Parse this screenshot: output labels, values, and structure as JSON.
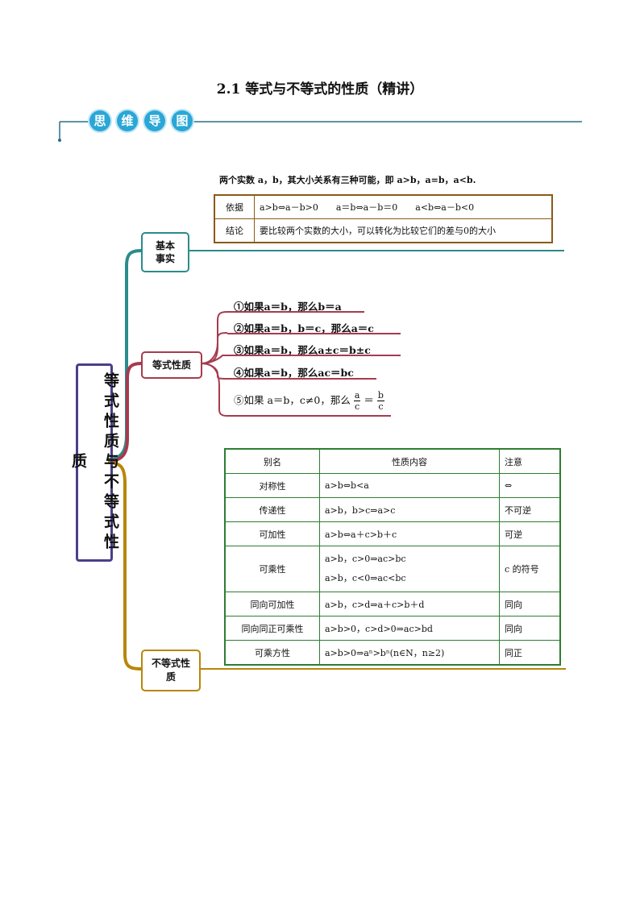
{
  "title": "2.1  等式与不等式的性质（精讲）",
  "banner": {
    "chars": [
      "思",
      "维",
      "导",
      "图"
    ],
    "color": "#2aa7d6"
  },
  "root": {
    "label": "等式性质与不等式性质",
    "color": "#4b3f8a"
  },
  "branches": {
    "basic": {
      "label": "基本事实",
      "color": "#2a8c8c"
    },
    "equality": {
      "label": "等式性质",
      "color": "#a63b4e"
    },
    "inequality": {
      "label": "不等式性质",
      "color": "#b8860b"
    }
  },
  "basic_intro": "两个实数 a，b，其大小关系有三种可能，即 a>b，a=b，a<b.",
  "basic_table": [
    {
      "label": "依据",
      "content": "a>b⇔a－b>0　　a＝b⇔a－b＝0　　a<b⇔a－b<0"
    },
    {
      "label": "结论",
      "content": "要比较两个实数的大小，可以转化为比较它们的差与0的大小"
    }
  ],
  "equality_props": [
    "①如果a＝b，那么b＝a",
    "②如果a＝b，b＝c，那么a＝c",
    "③如果a＝b，那么a±c＝b±c",
    "④如果a＝b，那么ac＝bc"
  ],
  "equality_prop5": {
    "prefix": "⑤如果 a＝b，c≠0，那么",
    "num1": "a",
    "den1": "c",
    "eq": "＝",
    "num2": "b",
    "den2": "c"
  },
  "inequality_table": {
    "headers": [
      "别名",
      "性质内容",
      "注意"
    ],
    "rows": [
      {
        "name": "对称性",
        "content": [
          "a>b⇔b<a"
        ],
        "note": "⇔"
      },
      {
        "name": "传递性",
        "content": [
          "a>b，b>c⇒a>c"
        ],
        "note": "不可逆"
      },
      {
        "name": "可加性",
        "content": [
          "a>b⇔a＋c>b＋c"
        ],
        "note": "可逆"
      },
      {
        "name": "可乘性",
        "content": [
          "a>b，c>0⇒ac>bc",
          "a>b，c<0⇒ac<bc"
        ],
        "note": "c 的符号"
      },
      {
        "name": "同向可加性",
        "content": [
          "a>b，c>d⇒a＋c>b＋d"
        ],
        "note": "同向"
      },
      {
        "name": "同向同正可乘性",
        "content": [
          "a>b>0，c>d>0⇒ac>bd"
        ],
        "note": "同向"
      },
      {
        "name": "可乘方性",
        "content": [
          "a>b>0⇒aⁿ>bⁿ(n∈N，n≥2)"
        ],
        "note": "同正"
      }
    ]
  }
}
